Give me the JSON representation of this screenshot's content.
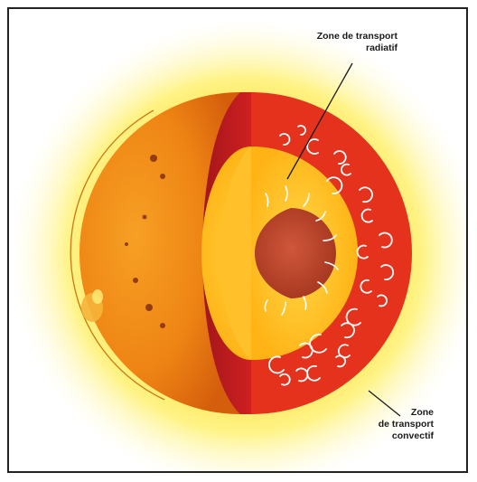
{
  "labels": {
    "radiative_line1": "Zone de transport",
    "radiative_line2": "radiatif",
    "convective_line1": "Zone",
    "convective_line2": "de transport",
    "convective_line3": "convectif"
  },
  "colors": {
    "corona": "#fff36a",
    "surface": "#f08a16",
    "cut_face": "#c8191b",
    "convective_zone": "#e5321c",
    "radiative_zone": "#ffc21a",
    "core": "#b8432c",
    "leader_line": "#1a1a1a",
    "loops": "#ffffff"
  }
}
